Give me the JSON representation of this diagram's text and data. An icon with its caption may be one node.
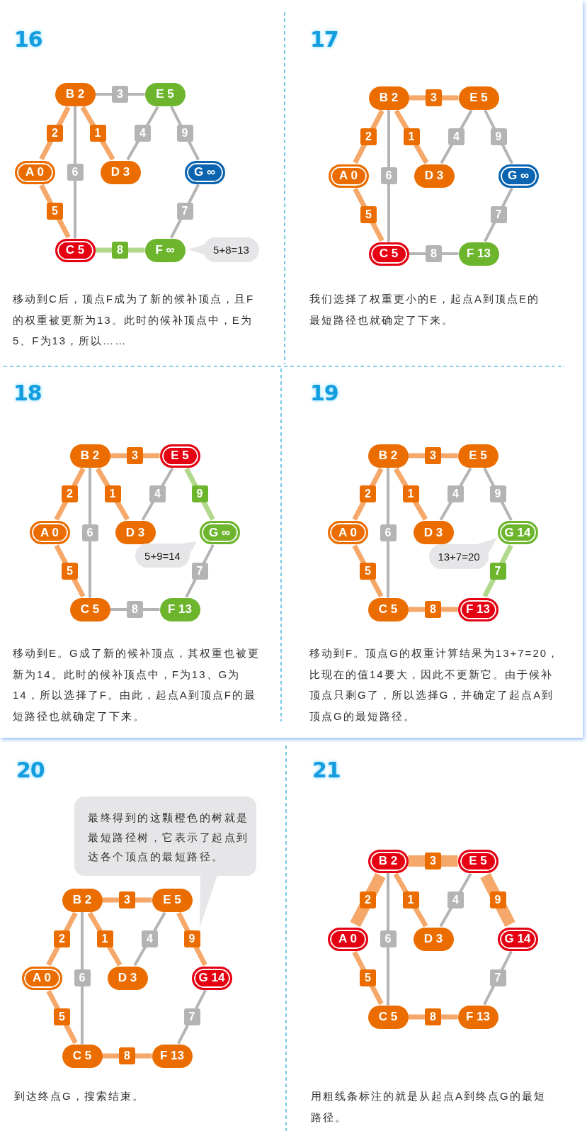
{
  "diagram": {
    "nodes": [
      {
        "text": [
          "B 2"
        ]
      },
      {
        "text": [
          "E 5"
        ]
      },
      {
        "text": [
          "A 0"
        ]
      },
      {
        "text": [
          "D 3"
        ]
      },
      {
        "text": [
          "G ∞"
        ]
      },
      {
        "text": [
          "C 5"
        ]
      },
      {
        "text": [
          "F ∞"
        ]
      },
      {
        "text": [
          "5+8=13"
        ]
      },
      {
        "text": [
          "B 2"
        ]
      },
      {
        "text": [
          "E 5"
        ]
      },
      {
        "text": [
          "A 0"
        ]
      },
      {
        "text": [
          "D 3"
        ]
      },
      {
        "text": [
          "G ∞"
        ]
      },
      {
        "text": [
          "C 5"
        ]
      },
      {
        "text": [
          "F 13"
        ]
      },
      {
        "text": [
          "B 2"
        ]
      },
      {
        "text": [
          "E 5"
        ]
      },
      {
        "text": [
          "A 0"
        ]
      },
      {
        "text": [
          "D 3"
        ]
      },
      {
        "text": [
          "G ∞"
        ]
      },
      {
        "text": [
          "5+9=14"
        ]
      },
      {
        "text": [
          "C 5"
        ]
      },
      {
        "text": [
          "F 13"
        ]
      },
      {
        "text": [
          "B 2"
        ]
      },
      {
        "text": [
          "E 5"
        ]
      },
      {
        "text": [
          "A 0"
        ]
      },
      {
        "text": [
          "D 3"
        ]
      },
      {
        "text": [
          "G 14"
        ]
      },
      {
        "text": [
          "13+7=20"
        ]
      },
      {
        "text": [
          "C 5"
        ]
      },
      {
        "text": [
          "F 13"
        ]
      },
      {
        "text": [
          "最终得到的这颗橙色的树就是最短路径树，它表示了起点到达各个顶点的最短路径。"
        ]
      },
      {
        "text": [
          "B 2"
        ]
      },
      {
        "text": [
          "E 5"
        ]
      },
      {
        "text": [
          "A 0"
        ]
      },
      {
        "text": [
          "D 3"
        ]
      },
      {
        "text": [
          "G 14"
        ]
      },
      {
        "text": [
          "C 5"
        ]
      },
      {
        "text": [
          "F 13"
        ]
      },
      {
        "text": [
          "B 2"
        ]
      },
      {
        "text": [
          "E 5"
        ]
      },
      {
        "text": [
          "A 0"
        ]
      },
      {
        "text": [
          "D 3"
        ]
      },
      {
        "text": [
          "G 14"
        ]
      },
      {
        "text": [
          "C 5"
        ]
      },
      {
        "text": [
          "F 13"
        ]
      }
    ],
    "edges": [
      {
        "from": 0,
        "to": 1,
        "arrow": "none",
        "label": "3",
        "color": "#b4b4b4"
      },
      {
        "from": 2,
        "to": 0,
        "arrow": "none",
        "label": "2"
      },
      {
        "from": 0,
        "to": 3,
        "arrow": "none",
        "label": "1"
      },
      {
        "from": 3,
        "to": 1,
        "arrow": "none",
        "label": "4",
        "color": "#b4b4b4"
      },
      {
        "from": 1,
        "to": 4,
        "arrow": "none",
        "label": "9",
        "color": "#b4b4b4"
      },
      {
        "from": 0,
        "to": 5,
        "arrow": "none",
        "label": "6",
        "color": "#b4b4b4"
      },
      {
        "from": 2,
        "to": 5,
        "arrow": "none",
        "label": "5"
      },
      {
        "from": 6,
        "to": 4,
        "arrow": "none",
        "label": "7",
        "color": "#b4b4b4"
      },
      {
        "from": 5,
        "to": 6,
        "arrow": "none",
        "label": "8",
        "color": "#b2d88c"
      },
      {
        "from": 8,
        "to": 9,
        "arrow": "none",
        "label": "3"
      },
      {
        "from": 10,
        "to": 8,
        "arrow": "none",
        "label": "2"
      },
      {
        "from": 8,
        "to": 11,
        "arrow": "none",
        "label": "1"
      },
      {
        "from": 11,
        "to": 9,
        "arrow": "none",
        "label": "4",
        "color": "#b4b4b4"
      },
      {
        "from": 9,
        "to": 12,
        "arrow": "none",
        "label": "9",
        "color": "#b4b4b4"
      },
      {
        "from": 8,
        "to": 13,
        "arrow": "none",
        "label": "6",
        "color": "#b4b4b4"
      },
      {
        "from": 10,
        "to": 13,
        "arrow": "none",
        "label": "5"
      },
      {
        "from": 14,
        "to": 12,
        "arrow": "none",
        "label": "7",
        "color": "#b4b4b4"
      },
      {
        "from": 13,
        "to": 14,
        "arrow": "none",
        "label": "8",
        "color": "#b4b4b4"
      },
      {
        "from": 15,
        "to": 16,
        "arrow": "none",
        "label": "3"
      },
      {
        "from": 17,
        "to": 15,
        "arrow": "none",
        "label": "2"
      },
      {
        "from": 15,
        "to": 18,
        "arrow": "none",
        "label": "1"
      },
      {
        "from": 18,
        "to": 16,
        "arrow": "none",
        "label": "4",
        "color": "#b4b4b4"
      },
      {
        "from": 16,
        "to": 19,
        "arrow": "none",
        "label": "9",
        "color": "#b2d88c"
      },
      {
        "from": 15,
        "to": 21,
        "arrow": "none",
        "label": "6",
        "color": "#b4b4b4"
      },
      {
        "from": 17,
        "to": 21,
        "arrow": "none",
        "label": "5"
      },
      {
        "from": 22,
        "to": 19,
        "arrow": "none",
        "label": "7",
        "color": "#b4b4b4"
      },
      {
        "from": 21,
        "to": 22,
        "arrow": "none",
        "label": "8",
        "color": "#b4b4b4"
      },
      {
        "from": 23,
        "to": 24,
        "arrow": "none",
        "label": "3"
      },
      {
        "from": 25,
        "to": 23,
        "arrow": "none",
        "label": "2"
      },
      {
        "from": 23,
        "to": 26,
        "arrow": "none",
        "label": "1"
      },
      {
        "from": 26,
        "to": 24,
        "arrow": "none",
        "label": "4",
        "color": "#b4b4b4"
      },
      {
        "from": 24,
        "to": 27,
        "arrow": "none",
        "label": "9",
        "color": "#b4b4b4"
      },
      {
        "from": 23,
        "to": 29,
        "arrow": "none",
        "label": "6",
        "color": "#b4b4b4"
      },
      {
        "from": 25,
        "to": 29,
        "arrow": "none",
        "label": "5"
      },
      {
        "from": 30,
        "to": 27,
        "arrow": "none",
        "label": "7",
        "color": "#b2d88c"
      },
      {
        "from": 29,
        "to": 30,
        "arrow": "none",
        "label": "8"
      },
      {
        "from": 32,
        "to": 33,
        "arrow": "none",
        "label": "3"
      },
      {
        "from": 34,
        "to": 32,
        "arrow": "none",
        "label": "2"
      },
      {
        "from": 32,
        "to": 35,
        "arrow": "none",
        "label": "1"
      },
      {
        "from": 35,
        "to": 33,
        "arrow": "none",
        "label": "4",
        "color": "#b4b4b4"
      },
      {
        "from": 33,
        "to": 36,
        "arrow": "none",
        "label": "9"
      },
      {
        "from": 32,
        "to": 37,
        "arrow": "none",
        "label": "6",
        "color": "#b4b4b4"
      },
      {
        "from": 34,
        "to": 37,
        "arrow": "none",
        "label": "5"
      },
      {
        "from": 38,
        "to": 36,
        "arrow": "none",
        "label": "7",
        "color": "#b4b4b4"
      },
      {
        "from": 37,
        "to": 38,
        "arrow": "none",
        "label": "8"
      },
      {
        "from": 39,
        "to": 40,
        "arrow": "none",
        "label": "3",
        "style": "thick"
      },
      {
        "from": 41,
        "to": 39,
        "arrow": "none",
        "label": "2",
        "style": "thick"
      },
      {
        "from": 39,
        "to": 42,
        "arrow": "none",
        "label": "1"
      },
      {
        "from": 42,
        "to": 40,
        "arrow": "none",
        "label": "4",
        "color": "#b4b4b4"
      },
      {
        "from": 40,
        "to": 43,
        "arrow": "none",
        "label": "9",
        "style": "thick"
      },
      {
        "from": 39,
        "to": 44,
        "arrow": "none",
        "label": "6",
        "color": "#b4b4b4"
      },
      {
        "from": 41,
        "to": 44,
        "arrow": "none",
        "label": "5"
      },
      {
        "from": 45,
        "to": 43,
        "arrow": "none",
        "label": "7",
        "color": "#b4b4b4"
      },
      {
        "from": 44,
        "to": 45,
        "arrow": "none",
        "label": "8"
      }
    ],
    "labels": [
      "16",
      "移动到C后，顶点F成为了新的候补顶点，且F的权重被更新为13。此时的候补顶点中，E为5、F为13，所以……",
      "17",
      "我们选择了权重更小的E，起点A到顶点E的最短路径也就确定了下来。",
      "18",
      "移动到E。G成了新的候补顶点，其权重也被更新为14。此时的候补顶点中，F为13、G为14，所以选择了F。由此，起点A到顶点F的最短路径也就确定了下来。",
      "19",
      "移动到F。顶点G的权重计算结果为13+7=20，比现在的值14要大，因此不更新它。由于候补顶点只剩G了，所以选择G，并确定了起点A到顶点G的最短路径。",
      "20",
      "到达终点G，搜索结束。",
      "21",
      "用粗线条标注的就是从起点A到终点G的最短路径。"
    ]
  }
}
